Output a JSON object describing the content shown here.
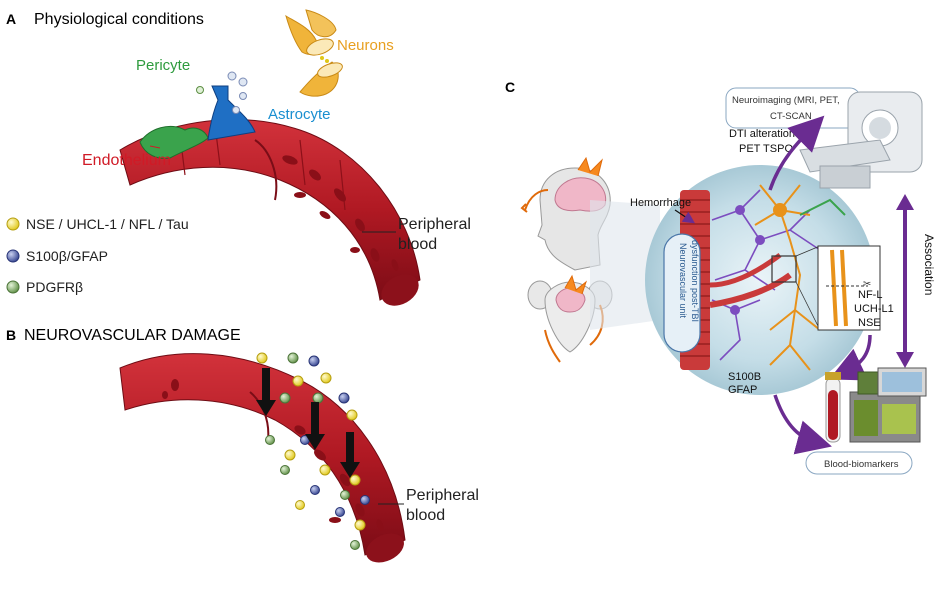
{
  "panel_a": {
    "letter": "A",
    "title": "Physiological conditions",
    "labels": {
      "pericyte": "Pericyte",
      "neurons": "Neurons",
      "astrocyte": "Astrocyte",
      "endothelium": "Endothelium",
      "peripheral_1": "Peripheral",
      "peripheral_2": "blood"
    }
  },
  "legend": [
    {
      "label": "NSE / UHCL-1 / NFL / Tau",
      "color": "#f2e12a"
    },
    {
      "label": "S100β/GFAP",
      "color": "#3f4fa0"
    },
    {
      "label": "PDGFRβ",
      "color": "#7aa860"
    }
  ],
  "panel_b": {
    "letter": "B",
    "title": "NEUROVASCULAR DAMAGE",
    "peripheral_1": "Peripheral",
    "peripheral_2": "blood"
  },
  "panel_c": {
    "letter": "C",
    "neuroimaging_1": "Neuroimaging (MRI, PET,",
    "neuroimaging_2": "CT-SCAN",
    "dti_1": "DTI alterations",
    "dti_2": "PET TSPO",
    "hemorrhage": "Hemorrhage",
    "nvu_1": "Neurovascular unit",
    "nvu_2": "dysfunction post-TBI",
    "markers": [
      "NF-L",
      "UCH-L1",
      "NSE"
    ],
    "s100b": "S100B",
    "gfap": "GFAP",
    "association": "Association",
    "blood_biomarkers": "Blood-biomarkers"
  },
  "colors": {
    "vessel": "#b41a26",
    "vessel_dark": "#7a0d17",
    "pericyte": "#2e9b3e",
    "astrocyte": "#1b6fc0",
    "neuron": "#e9a321",
    "endothelium_label": "#d01a26",
    "astrocyte_label": "#1a8fd0",
    "neurons_label": "#e8a021",
    "arrow_purple": "#6a2c91"
  }
}
